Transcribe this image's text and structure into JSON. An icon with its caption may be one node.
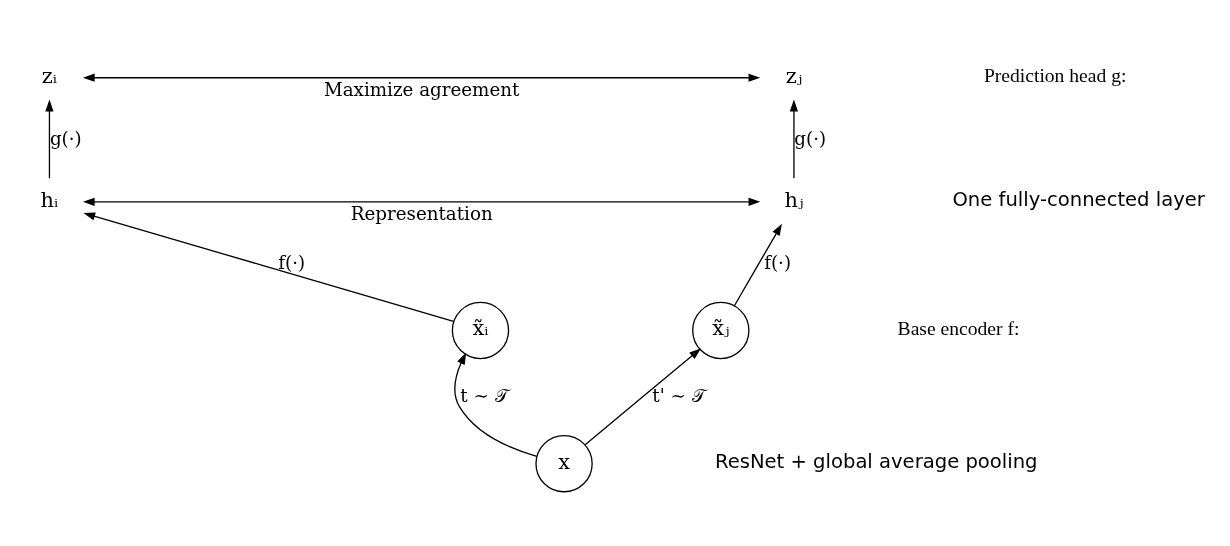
{
  "diagram": {
    "nodes": [
      {
        "text": [
          "x"
        ]
      },
      {
        "text": [
          "x̃ᵢ"
        ]
      },
      {
        "text": [
          "x̃ⱼ"
        ]
      },
      {
        "text": [
          "hᵢ"
        ]
      },
      {
        "text": [
          "hⱼ"
        ]
      },
      {
        "text": [
          "zᵢ"
        ]
      },
      {
        "text": [
          "zⱼ"
        ]
      }
    ],
    "edges": [
      {
        "from": 0,
        "to": 1,
        "arrow": "to",
        "label": "t ∼ 𝒯"
      },
      {
        "from": 0,
        "to": 2,
        "arrow": "to",
        "label": "t' ∼ 𝒯"
      },
      {
        "from": 1,
        "to": 3,
        "arrow": "to",
        "label": "f(·)"
      },
      {
        "from": 2,
        "to": 4,
        "arrow": "to",
        "label": "f(·)"
      },
      {
        "from": 3,
        "to": 5,
        "arrow": "to",
        "label": "g(·)"
      },
      {
        "from": 4,
        "to": 6,
        "arrow": "to",
        "label": "g(·)"
      },
      {
        "from": 3,
        "to": 4,
        "arrow": "both",
        "label": "Representation"
      },
      {
        "from": 5,
        "to": 6,
        "arrow": "both",
        "label": "Maximize agreement"
      }
    ],
    "labels": [
      "Prediction head g:",
      "One fully-connected layer",
      "Base encoder f:",
      "ResNet + global average pooling"
    ]
  }
}
